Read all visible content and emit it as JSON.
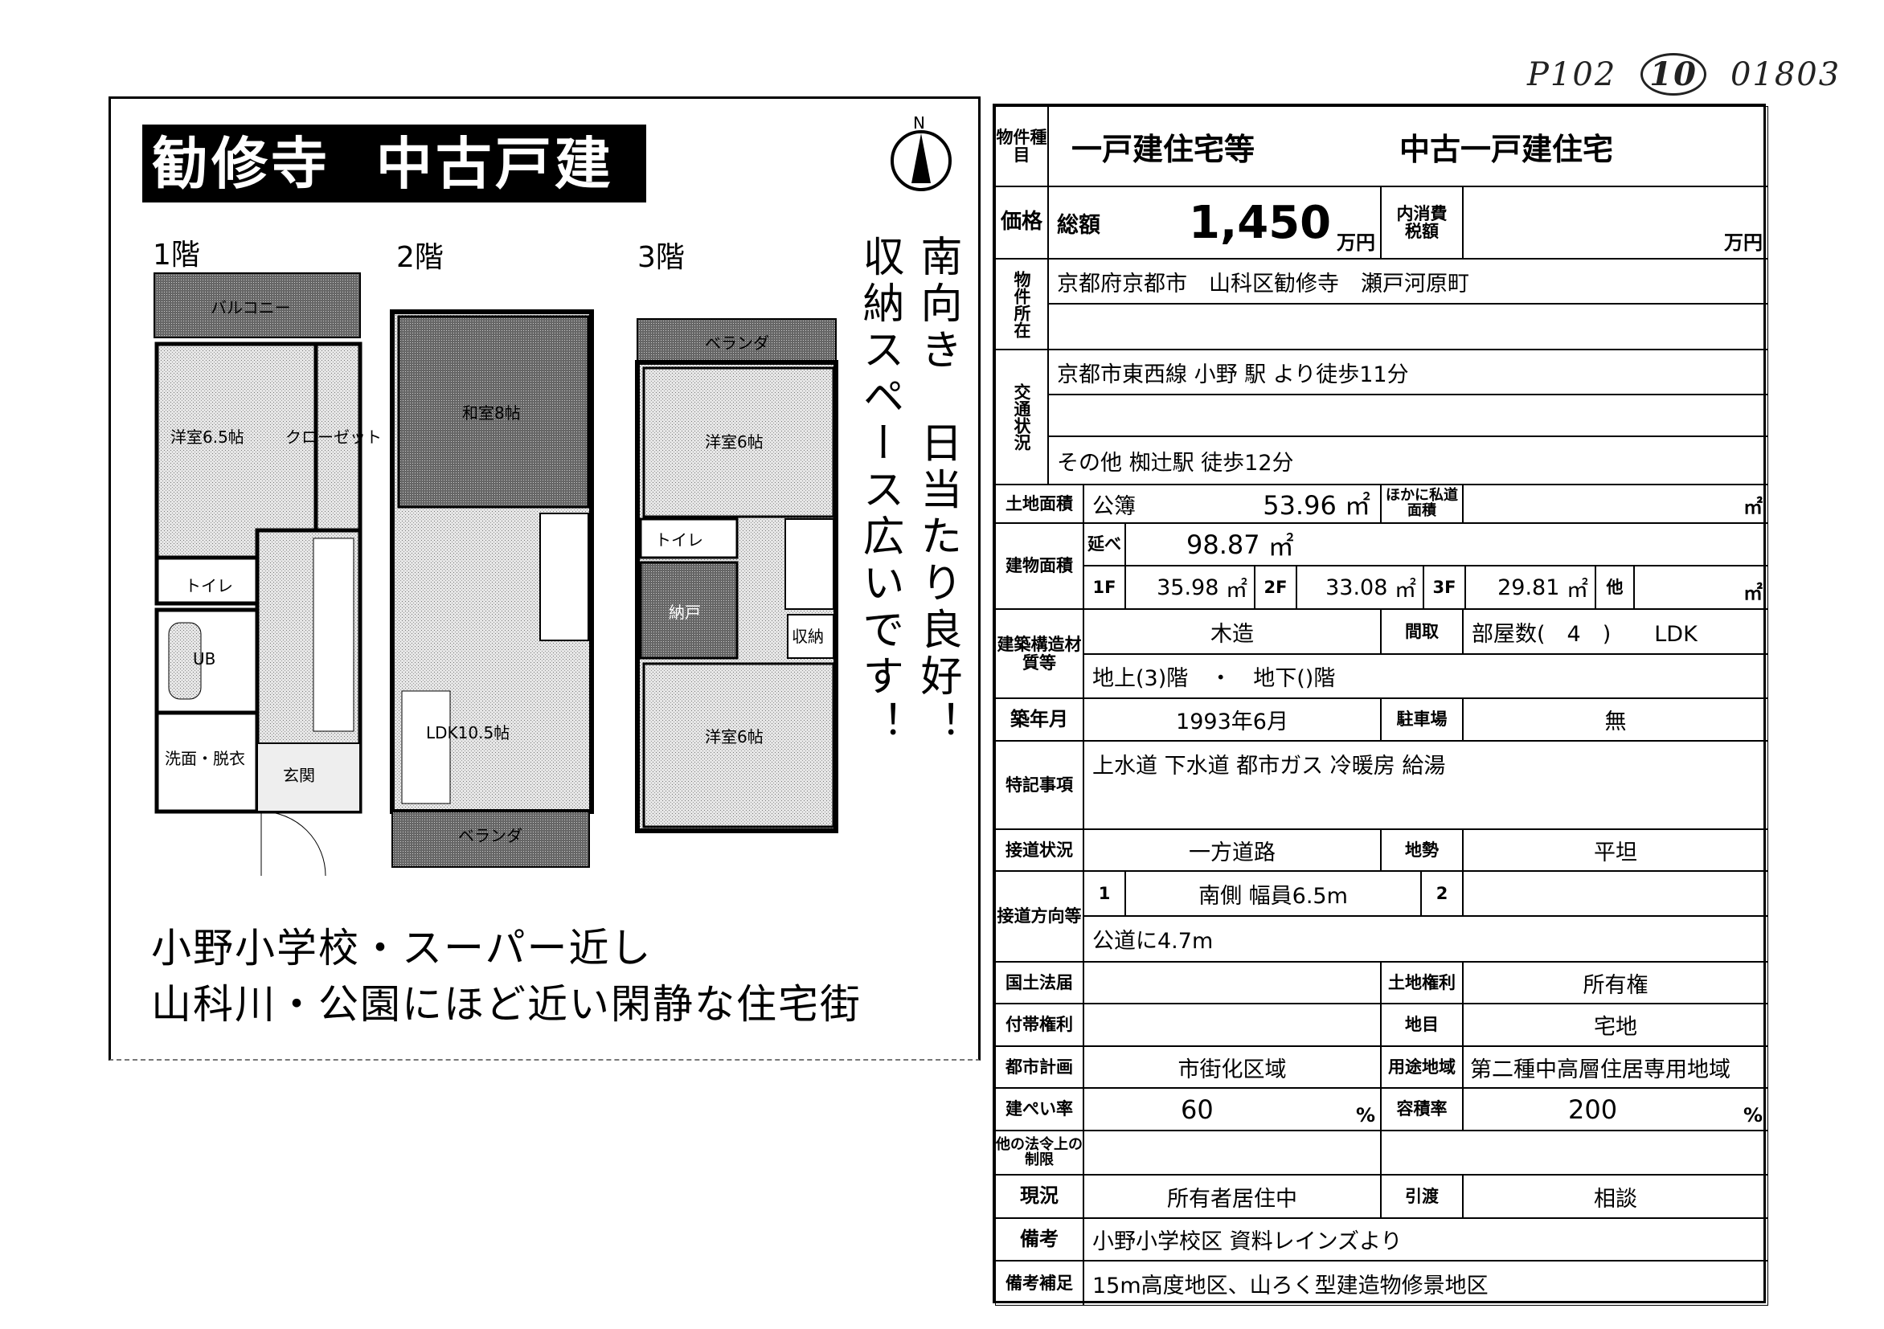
{
  "handwritten": {
    "page": "P102",
    "circled": "10",
    "number": "01803"
  },
  "flyer": {
    "title": "勧修寺  中古戸建",
    "compass": "N",
    "floors": [
      {
        "label": "1階",
        "rooms": [
          "バルコニー",
          "洋室6.5帖",
          "クローゼット",
          "トイレ",
          "UB",
          "洗面・脱衣",
          "玄関"
        ]
      },
      {
        "label": "2階",
        "rooms": [
          "和室8帖",
          "LDK10.5帖",
          "ベランダ"
        ]
      },
      {
        "label": "3階",
        "rooms": [
          "ベランダ",
          "洋室6帖",
          "トイレ",
          "納戸",
          "収納",
          "洋室6帖"
        ]
      }
    ],
    "vertical_1": "南向き　日当たり良好！",
    "vertical_2": "収納スペース広いです！",
    "catch_1": "小野小学校・スーパー近し",
    "catch_2": "山科川・公園にほど近い閑静な住宅街"
  },
  "table": {
    "type_label": "物件種目",
    "type_1": "一戸建住宅等",
    "type_2": "中古一戸建住宅",
    "price_label": "価格",
    "total_label": "総額",
    "price": "1,450",
    "unit_man": "万円",
    "tax_label": "内消費税額",
    "location_label": "物件所在",
    "location": "京都府京都市　山科区勧修寺　瀬戸河原町",
    "transport_label": "交通状況",
    "transport_1": "京都市東西線 小野 駅 より徒歩11分",
    "transport_3": "その他  椥辻駅  徒歩12分",
    "land_label": "土地面積",
    "land_kind": "公簿",
    "land_area": "53.96",
    "sqm": "㎡",
    "private_road_label": "ほかに私道面積",
    "building_label": "建物面積",
    "total_floor_label": "延べ",
    "total_floor": "98.87",
    "f1": "1F",
    "f1_area": "35.98",
    "f2": "2F",
    "f2_area": "33.08",
    "f3": "3F",
    "f3_area": "29.81",
    "other": "他",
    "structure_label": "建築構造材質等",
    "structure": "木造",
    "layout_label": "間取",
    "layout": "部屋数(　4　)　　LDK",
    "stories": "地上(3)階　・　地下()階",
    "built_label": "築年月",
    "built": "1993年6月",
    "parking_label": "駐車場",
    "parking": "無",
    "notes_label": "特記事項",
    "notes": "上水道  下水道  都市ガス  冷暖房  給湯",
    "road_label": "接道状況",
    "road": "一方道路",
    "terrain_label": "地勢",
    "terrain": "平坦",
    "road_dir_label": "接道方向等",
    "dir1_no": "1",
    "dir1": "南側  幅員6.5m",
    "dir2_no": "2",
    "road_frontage": "公道に4.7m",
    "kokudo_label": "国土法届",
    "land_right_label": "土地権利",
    "land_right": "所有権",
    "ancillary_label": "付帯権利",
    "chimoku_label": "地目",
    "chimoku": "宅地",
    "city_plan_label": "都市計画",
    "city_plan": "市街化区域",
    "zoning_label": "用途地域",
    "zoning": "第二種中高層住居専用地域",
    "bcr_label": "建ぺい率",
    "bcr": "60",
    "far_label": "容積率",
    "far": "200",
    "pct": "%",
    "other_law_label": "他の法令上の制限",
    "status_label": "現況",
    "status": "所有者居住中",
    "handover_label": "引渡",
    "handover": "相談",
    "remarks_label": "備考",
    "remarks": "小野小学校区  資料レインズより",
    "remarks2_label": "備考補足",
    "remarks2": "15m高度地区、山ろく型建造物修景地区"
  }
}
